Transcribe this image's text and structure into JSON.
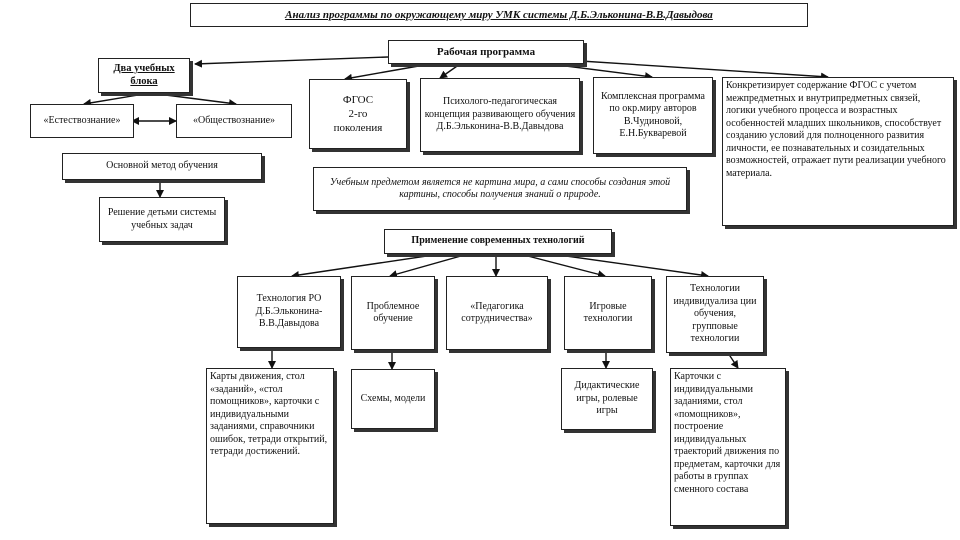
{
  "title": "Анализ программы по окружающему миру УМК системы Д.Б.Эльконина-В.В.Давыдова",
  "work_program": "Рабочая программа",
  "two_blocks": "Два учебных блока",
  "natural_science": "«Естествознание»",
  "social_science": "«Обществознание»",
  "main_method": "Основной метод обучения",
  "task_solving": "Решение детьми системы учебных задач",
  "fgos": "ФГОС\n2-го\nпоколения",
  "concept": "Психолого-педагогическая концепция развивающего обучения Д.Б.Эльконина-В.В.Давыдова",
  "complex_program": "Комплексная программа по окр.миру авторов В.Чудиновой, Е.Н.Букваревой",
  "concretizes": "Конкретизирует содержание ФГОС с учетом межпредметных и внутрипредметных связей, логики учебного процесса и возрастных особенностей младших школьников, способствует созданию условий для полноценного развития личности, ее познавательных и созидательных возможностей, отражает пути реализации учебного материала.",
  "subject_note": "Учебным предметом является не картина мира, а сами способы создания этой картины, способы получения знаний о природе.",
  "modern_tech": "Применение современных технологий",
  "tech": {
    "ro": "Технология РО Д.Б.Эльконина-В.В.Давыдова",
    "problem": "Проблемное обучение",
    "cooperation": "«Педагогика сотрудничества»",
    "game": "Игровые технологии",
    "individual": "Технологии индивидуализа ции обучения, групповые технологии"
  },
  "details": {
    "ro": "Карты движения, стол «заданий», «стол помощников», карточки с индивидуальными заданиями, справочники ошибок, тетради открытий, тетради достижений.",
    "problem": "Схемы, модели",
    "game": "Дидактические игры, ролевые игры",
    "individual": "Карточки с индивидуальными заданиями, стол «помощников», построение индивидуальных траекторий движения по предметам, карточки для работы в группах сменного состава"
  }
}
